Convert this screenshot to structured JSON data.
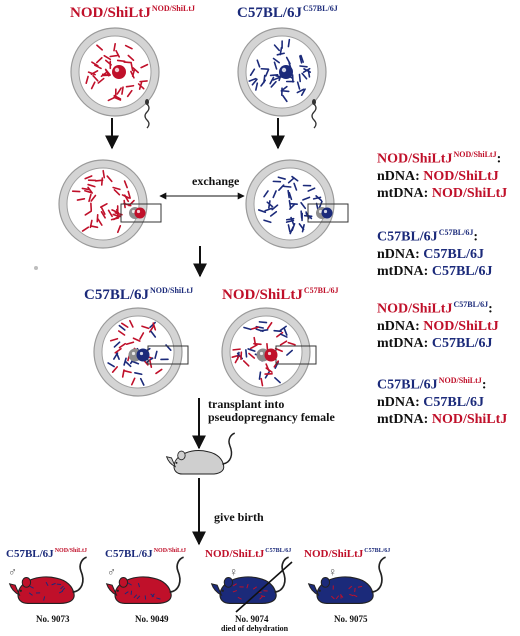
{
  "colors": {
    "nod": "#c0102a",
    "b6": "#1b2a7a",
    "cell": "#c8c8c8",
    "arrow": "#111111"
  },
  "top": {
    "left_strain": "NOD/ShiLtJ",
    "left_sup": "NOD/ShiLtJ",
    "right_strain": "C57BL/6J",
    "right_sup": "C57BL/6J",
    "exchange": "exchange"
  },
  "middle": {
    "left_strain": "C57BL/6J",
    "left_sup": "NOD/ShiLtJ",
    "right_strain": "NOD/ShiLtJ",
    "right_sup": "C57BL/6J"
  },
  "steps": {
    "transplant_line1": "transplant into",
    "transplant_line2": "pseudopregnancy female",
    "give_birth": "give birth"
  },
  "legend": [
    {
      "strain": "NOD/ShiLtJ",
      "sup": "NOD/ShiLtJ",
      "colon": ":",
      "ndna_label": "nDNA:",
      "ndna": "NOD/ShiLtJ",
      "mtdna_label": "mtDNA:",
      "mtdna": "NOD/ShiLtJ"
    },
    {
      "strain": "C57BL/6J",
      "sup": "C57BL/6J",
      "colon": ":",
      "ndna_label": "nDNA:",
      "ndna": "C57BL/6J",
      "mtdna_label": "mtDNA:",
      "mtdna": "C57BL/6J"
    },
    {
      "strain": "NOD/ShiLtJ",
      "sup": "C57BL/6J",
      "colon": ":",
      "ndna_label": "nDNA:",
      "ndna": "NOD/ShiLtJ",
      "mtdna_label": "mtDNA:",
      "mtdna": "C57BL/6J"
    },
    {
      "strain": "C57BL/6J",
      "sup": "NOD/ShiLtJ",
      "colon": ":",
      "ndna_label": "nDNA:",
      "ndna": "C57BL/6J",
      "mtdna_label": "mtDNA:",
      "mtdna": "NOD/ShiLtJ"
    }
  ],
  "offspring": [
    {
      "strain": "C57BL/6J",
      "sup": "NOD/ShiLtJ",
      "sex": "♂",
      "number": "No. 9073",
      "note": ""
    },
    {
      "strain": "C57BL/6J",
      "sup": "NOD/ShiLtJ",
      "sex": "♂",
      "number": "No. 9049",
      "note": ""
    },
    {
      "strain": "NOD/ShiLtJ",
      "sup": "C57BL/6J",
      "sex": "♀",
      "number": "No. 9074",
      "note": "died of dehydration"
    },
    {
      "strain": "NOD/ShiLtJ",
      "sup": "C57BL/6J",
      "sex": "♀",
      "number": "No. 9075",
      "note": ""
    }
  ]
}
